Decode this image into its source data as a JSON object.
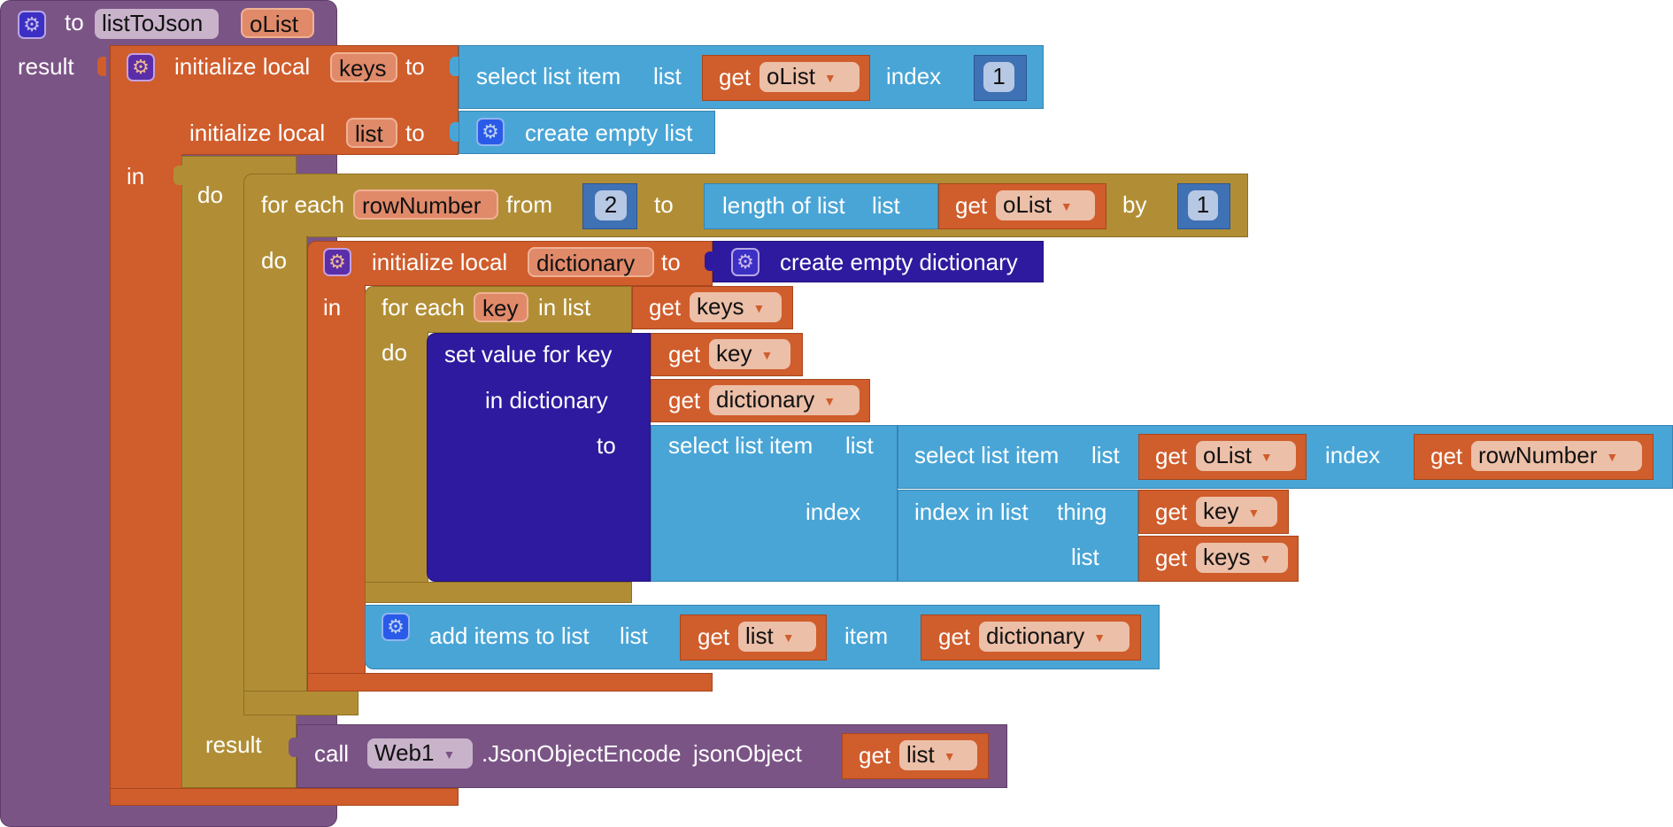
{
  "procedure": {
    "keyword_to": "to",
    "name": "listToJson",
    "param": "oList",
    "result_label": "result"
  },
  "init_local_outer": {
    "label": "initialize local",
    "var1": "keys",
    "to1": "to",
    "var2": "list",
    "to2": "to",
    "in_label": "in"
  },
  "select_keys": {
    "label": "select list item",
    "list_label": "list",
    "get": "get",
    "var": "oList",
    "index_label": "index",
    "index_value": "1"
  },
  "create_empty_list": {
    "label": "create empty list"
  },
  "do_result": {
    "do_label": "do",
    "result_label": "result"
  },
  "for_each_row": {
    "label": "for each",
    "var": "rowNumber",
    "from_label": "from",
    "from_value": "2",
    "to_label": "to",
    "length_label": "length of list",
    "length_list_label": "list",
    "get": "get",
    "length_var": "oList",
    "by_label": "by",
    "by_value": "1",
    "do_label": "do"
  },
  "init_dictionary": {
    "label": "initialize local",
    "var": "dictionary",
    "to_label": "to",
    "in_label": "in",
    "create_label": "create empty dictionary"
  },
  "for_each_key": {
    "label": "for each",
    "var": "key",
    "in_list_label": "in list",
    "get": "get",
    "list_var": "keys",
    "do_label": "do"
  },
  "set_value": {
    "label": "set value for key",
    "get": "get",
    "key_var": "key",
    "in_dictionary_label": "in dictionary",
    "dictionary_var": "dictionary",
    "to_label": "to"
  },
  "select_outer": {
    "label": "select list item",
    "list_label": "list",
    "index_label": "index"
  },
  "select_inner": {
    "label": "select list item",
    "list_label": "list",
    "get": "get",
    "list_var": "oList",
    "index_label": "index",
    "index_var": "rowNumber"
  },
  "index_in_list": {
    "label": "index in list",
    "thing_label": "thing",
    "get": "get",
    "thing_var": "key",
    "list_label": "list",
    "list_var": "keys"
  },
  "add_items": {
    "label": "add items to list",
    "list_label": "list",
    "get": "get",
    "list_var": "list",
    "item_label": "item",
    "item_var": "dictionary"
  },
  "call_block": {
    "call_label": "call",
    "component": "Web1",
    "method": ".JsonObjectEncode",
    "arg_label": "jsonObject",
    "get": "get",
    "arg_var": "list"
  },
  "icons": {
    "gear": "⚙",
    "dropdown": "▼"
  },
  "colors": {
    "procedure": "#7b5486",
    "variables": "#d05d2c",
    "lists": "#49a5d6",
    "control": "#b18e35",
    "dictionary": "#2e1a9e",
    "math": "#3f71b5"
  }
}
